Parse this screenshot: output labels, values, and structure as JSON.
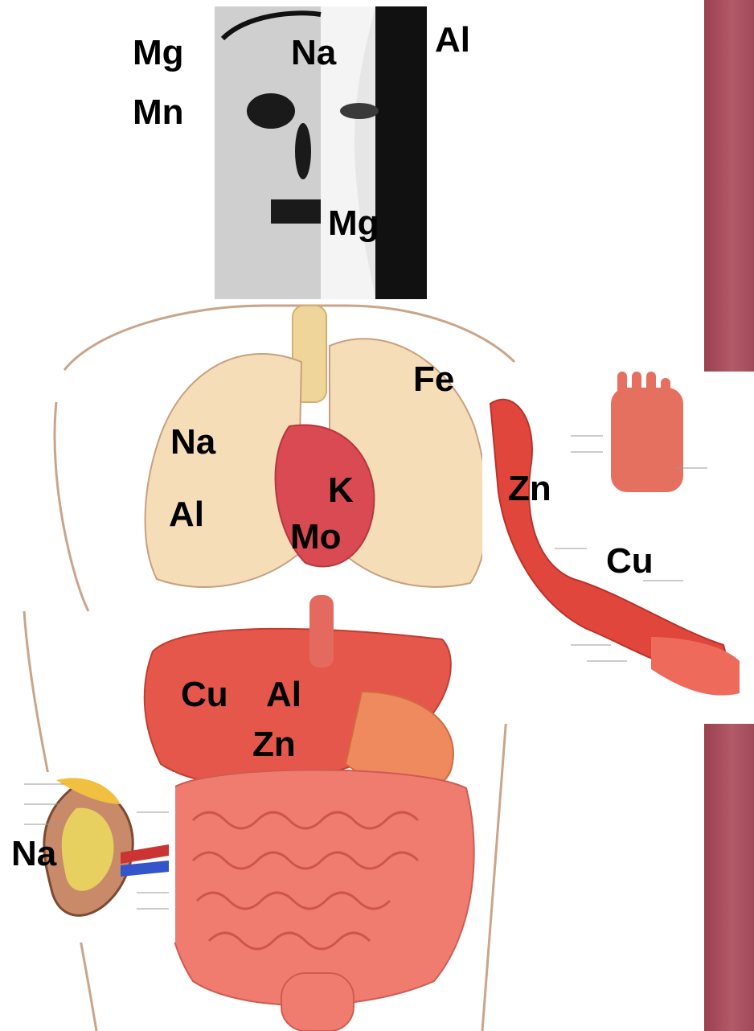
{
  "slide": {
    "background": "#ffffff",
    "accent_color": "#a8505f"
  },
  "labels": {
    "face_mg_left": "Mg",
    "face_mn_left": "Mn",
    "face_na": "Na",
    "face_al": "Al",
    "face_mg": "Mg",
    "lung_fe": "Fe",
    "lung_na": "Na",
    "lung_al": "Al",
    "lung_k": "K",
    "lung_mo": "Mo",
    "arm_zn": "Zn",
    "arm_cu": "Cu",
    "liver_cu": "Cu",
    "liver_al": "Al",
    "liver_zn": "Zn",
    "kidney_na": "Na"
  }
}
